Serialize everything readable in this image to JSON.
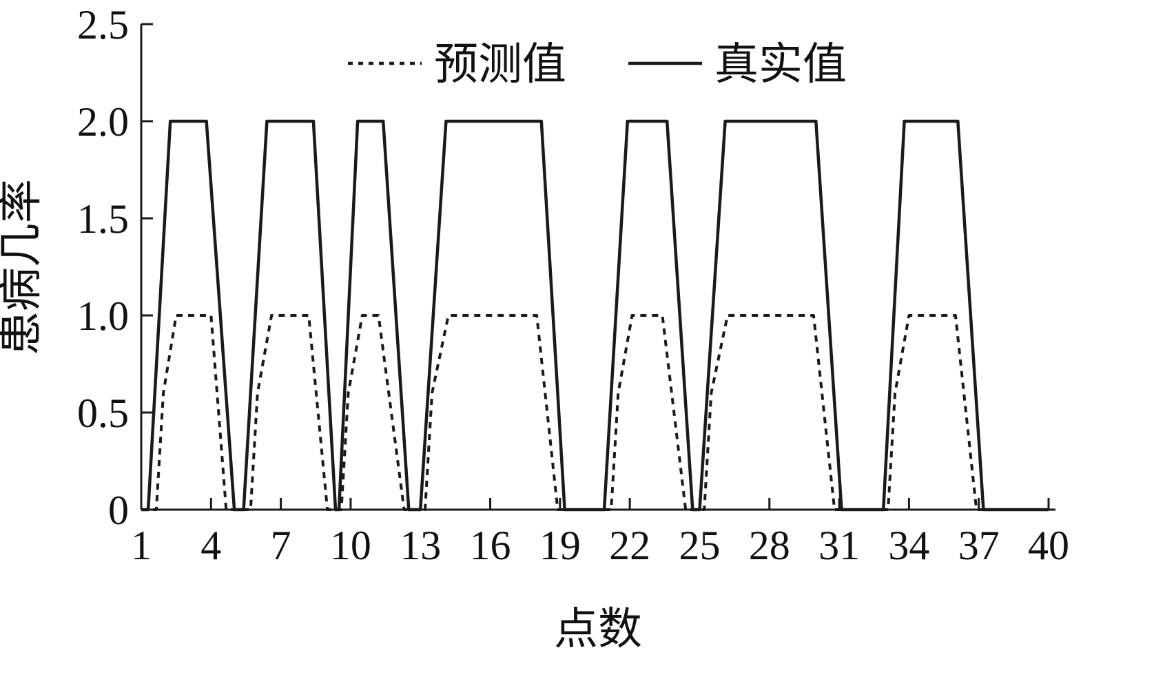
{
  "chart_data": {
    "type": "line",
    "title": "",
    "xlabel": "点数",
    "ylabel": "患病几率",
    "xlim": [
      1,
      40
    ],
    "ylim": [
      0,
      2.5
    ],
    "grid": false,
    "xticks": {
      "values": [
        1,
        4,
        7,
        10,
        13,
        16,
        19,
        22,
        25,
        28,
        31,
        34,
        37,
        40
      ],
      "labels": [
        "1",
        "4",
        "7",
        "10",
        "13",
        "16",
        "19",
        "22",
        "25",
        "28",
        "31",
        "34",
        "37",
        "40"
      ]
    },
    "yticks": {
      "values": [
        0,
        0.5,
        1.0,
        1.5,
        2.0,
        2.5
      ],
      "labels": [
        "0",
        "0.5",
        "1.0",
        "1.5",
        "2.0",
        "2.5"
      ]
    },
    "legend": {
      "position": "top-center",
      "items": [
        {
          "name": "预测值",
          "style": "dashed"
        },
        {
          "name": "真实值",
          "style": "solid"
        }
      ]
    },
    "series": [
      {
        "name": "真实值",
        "style": "solid",
        "color": "#1a1a1a",
        "points": [
          [
            1,
            0
          ],
          [
            1.3,
            0
          ],
          [
            2.25,
            2
          ],
          [
            3.8,
            2
          ],
          [
            5.0,
            0
          ],
          [
            5.4,
            0
          ],
          [
            6.4,
            2
          ],
          [
            8.4,
            2
          ],
          [
            9.35,
            0
          ],
          [
            9.5,
            0
          ],
          [
            10.3,
            2
          ],
          [
            11.4,
            2
          ],
          [
            12.5,
            0
          ],
          [
            13.0,
            0
          ],
          [
            14.1,
            2
          ],
          [
            18.2,
            2
          ],
          [
            19.2,
            0
          ],
          [
            20.9,
            0
          ],
          [
            21.9,
            2
          ],
          [
            23.6,
            2
          ],
          [
            24.7,
            0
          ],
          [
            25.0,
            0
          ],
          [
            26.1,
            2
          ],
          [
            30.0,
            2
          ],
          [
            31.1,
            0
          ],
          [
            32.9,
            0
          ],
          [
            33.8,
            2
          ],
          [
            36.1,
            2
          ],
          [
            37.2,
            0
          ],
          [
            40,
            0
          ]
        ]
      },
      {
        "name": "预测值",
        "style": "dashed",
        "color": "#1a1a1a",
        "points": [
          [
            1,
            0
          ],
          [
            1.65,
            0
          ],
          [
            1.95,
            0.6
          ],
          [
            2.5,
            1.0
          ],
          [
            4.0,
            1.0
          ],
          [
            4.65,
            0
          ],
          [
            5.7,
            0
          ],
          [
            6.0,
            0.6
          ],
          [
            6.6,
            1.0
          ],
          [
            8.2,
            1.0
          ],
          [
            9.0,
            0
          ],
          [
            9.6,
            0
          ],
          [
            9.9,
            0.6
          ],
          [
            10.5,
            1.0
          ],
          [
            11.2,
            1.0
          ],
          [
            12.3,
            0
          ],
          [
            13.2,
            0
          ],
          [
            13.5,
            0.6
          ],
          [
            14.2,
            1.0
          ],
          [
            18.0,
            1.0
          ],
          [
            18.9,
            0
          ],
          [
            21.2,
            0
          ],
          [
            21.5,
            0.6
          ],
          [
            22.1,
            1.0
          ],
          [
            23.4,
            1.0
          ],
          [
            24.4,
            0
          ],
          [
            25.2,
            0
          ],
          [
            25.5,
            0.6
          ],
          [
            26.2,
            1.0
          ],
          [
            29.9,
            1.0
          ],
          [
            30.8,
            0
          ],
          [
            33.1,
            0
          ],
          [
            33.4,
            0.6
          ],
          [
            34.0,
            1.0
          ],
          [
            36.0,
            1.0
          ],
          [
            36.9,
            0
          ],
          [
            40,
            0
          ]
        ]
      }
    ]
  }
}
